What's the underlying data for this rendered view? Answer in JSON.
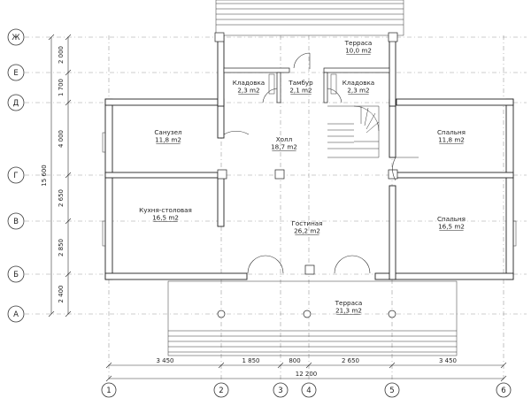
{
  "axes": {
    "rows": [
      "Ж",
      "Е",
      "Д",
      "Г",
      "В",
      "Б",
      "А"
    ],
    "cols": [
      "1",
      "2",
      "3",
      "4",
      "5",
      "6"
    ]
  },
  "dimensions": {
    "vertical": [
      "2 000",
      "1 700",
      "4 000",
      "2 650",
      "2 850",
      "2 400"
    ],
    "vertical_total": "15 600",
    "horizontal": [
      "3 450",
      "1 850",
      "800",
      "2 650",
      "3 450"
    ],
    "horizontal_total": "12 200"
  },
  "rooms": [
    {
      "name": "Терраса",
      "area": "10,0 m2"
    },
    {
      "name": "Кладовка",
      "area": "2,3 m2"
    },
    {
      "name": "Тамбур",
      "area": "2,1 m2"
    },
    {
      "name": "Кладовка",
      "area": "2,3 m2"
    },
    {
      "name": "Санузел",
      "area": "11,8 m2"
    },
    {
      "name": "Холл",
      "area": "18,7 m2"
    },
    {
      "name": "Спальня",
      "area": "11,8 m2"
    },
    {
      "name": "Кухня-столовая",
      "area": "16,5 m2"
    },
    {
      "name": "Гостиная",
      "area": "26,2 m2"
    },
    {
      "name": "Спальня",
      "area": "16,5 m2"
    },
    {
      "name": "Терраса",
      "area": "21,3 m2"
    }
  ]
}
